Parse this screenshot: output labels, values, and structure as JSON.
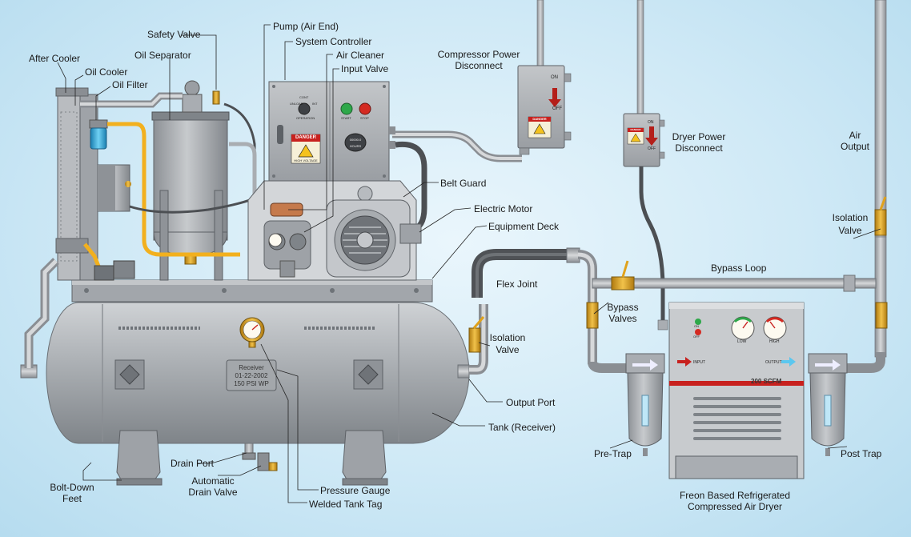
{
  "labels": {
    "after_cooler": "After Cooler",
    "oil_cooler": "Oil Cooler",
    "oil_filter": "Oil Filter",
    "safety_valve": "Safety Valve",
    "oil_separator": "Oil Separator",
    "pump_air_end": "Pump (Air End)",
    "system_controller": "System Controller",
    "air_cleaner": "Air Cleaner",
    "input_valve": "Input Valve",
    "compressor_power_disconnect_1": "Compressor Power",
    "compressor_power_disconnect_2": "Disconnect",
    "dryer_power_disconnect_1": "Dryer Power",
    "dryer_power_disconnect_2": "Disconnect",
    "air_output_1": "Air",
    "air_output_2": "Output",
    "belt_guard": "Belt Guard",
    "electric_motor": "Electric Motor",
    "equipment_deck": "Equipment Deck",
    "isolation_valve_right_1": "Isolation",
    "isolation_valve_right_2": "Valve",
    "bypass_loop": "Bypass Loop",
    "flex_joint": "Flex Joint",
    "bypass_valves_1": "Bypass",
    "bypass_valves_2": "Valves",
    "isolation_valve_1": "Isolation",
    "isolation_valve_2": "Valve",
    "output_port": "Output Port",
    "tank_receiver": "Tank (Receiver)",
    "pre_trap": "Pre-Trap",
    "post_trap": "Post Trap",
    "drain_port": "Drain Port",
    "automatic_drain_valve_1": "Automatic",
    "automatic_drain_valve_2": "Drain Valve",
    "bolt_down_feet_1": "Bolt-Down",
    "bolt_down_feet_2": "Feet",
    "pressure_gauge": "Pressure Gauge",
    "welded_tank_tag": "Welded Tank Tag",
    "dryer_caption_1": "Freon Based Refrigerated",
    "dryer_caption_2": "Compressed Air Dryer"
  },
  "tank_tag": {
    "line1": "Receiver",
    "line2": "01-22-2002",
    "line3": "150 PSI WP"
  },
  "controller_panel": {
    "switch_top": "CONT",
    "switch_left": "UNLOAD",
    "switch_right": "INT",
    "switch_bottom": "OPERATION",
    "start": "START",
    "stop": "STOP",
    "danger": "DANGER",
    "high_voltage": "HIGH VOLTAGE",
    "hours_counter": "00000.0",
    "hours": "HOURS"
  },
  "disconnects": {
    "on": "ON",
    "off": "OFF",
    "danger": "DANGER"
  },
  "dryer_panel": {
    "on": "ON",
    "off": "OFF",
    "low": "LOW",
    "high": "HIGH",
    "input": "INPUT",
    "output": "OUTPUT",
    "rating": "200 SCFM"
  },
  "colors": {
    "metal": "#a9adb2",
    "metal_dark": "#6e7378",
    "oil_line": "#f2b01e",
    "hose": "#55585c",
    "valve_brass": "#e0a21c",
    "danger_red": "#c8211e",
    "filter_blue": "#2aa6d8"
  }
}
